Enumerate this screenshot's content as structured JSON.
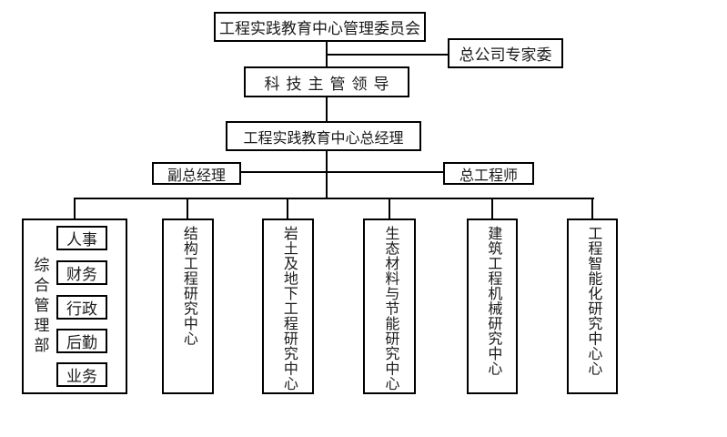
{
  "canvas": {
    "background": "#ffffff",
    "line_color": "#000000",
    "text_color": "#1a1a1a"
  },
  "org_chart": {
    "committee": "工程实践教育中心管理委员会",
    "expert_committee": "总公司专家委",
    "tech_leader": "科技主管领导",
    "general_manager": "工程实践教育中心总经理",
    "deputy_general_manager": "副总经理",
    "chief_engineer": "总工程师",
    "departments": [
      {
        "name": "综合管理部",
        "sections": [
          "人事",
          "财务",
          "行政",
          "后勤",
          "业务"
        ]
      },
      {
        "name": "结构工程研究中心"
      },
      {
        "name": "岩土及地下工程研究中心"
      },
      {
        "name": "生态材料与节能研究中心"
      },
      {
        "name": "建筑工程机械研究中心"
      },
      {
        "name": "工程智能化研究中心心"
      }
    ]
  }
}
